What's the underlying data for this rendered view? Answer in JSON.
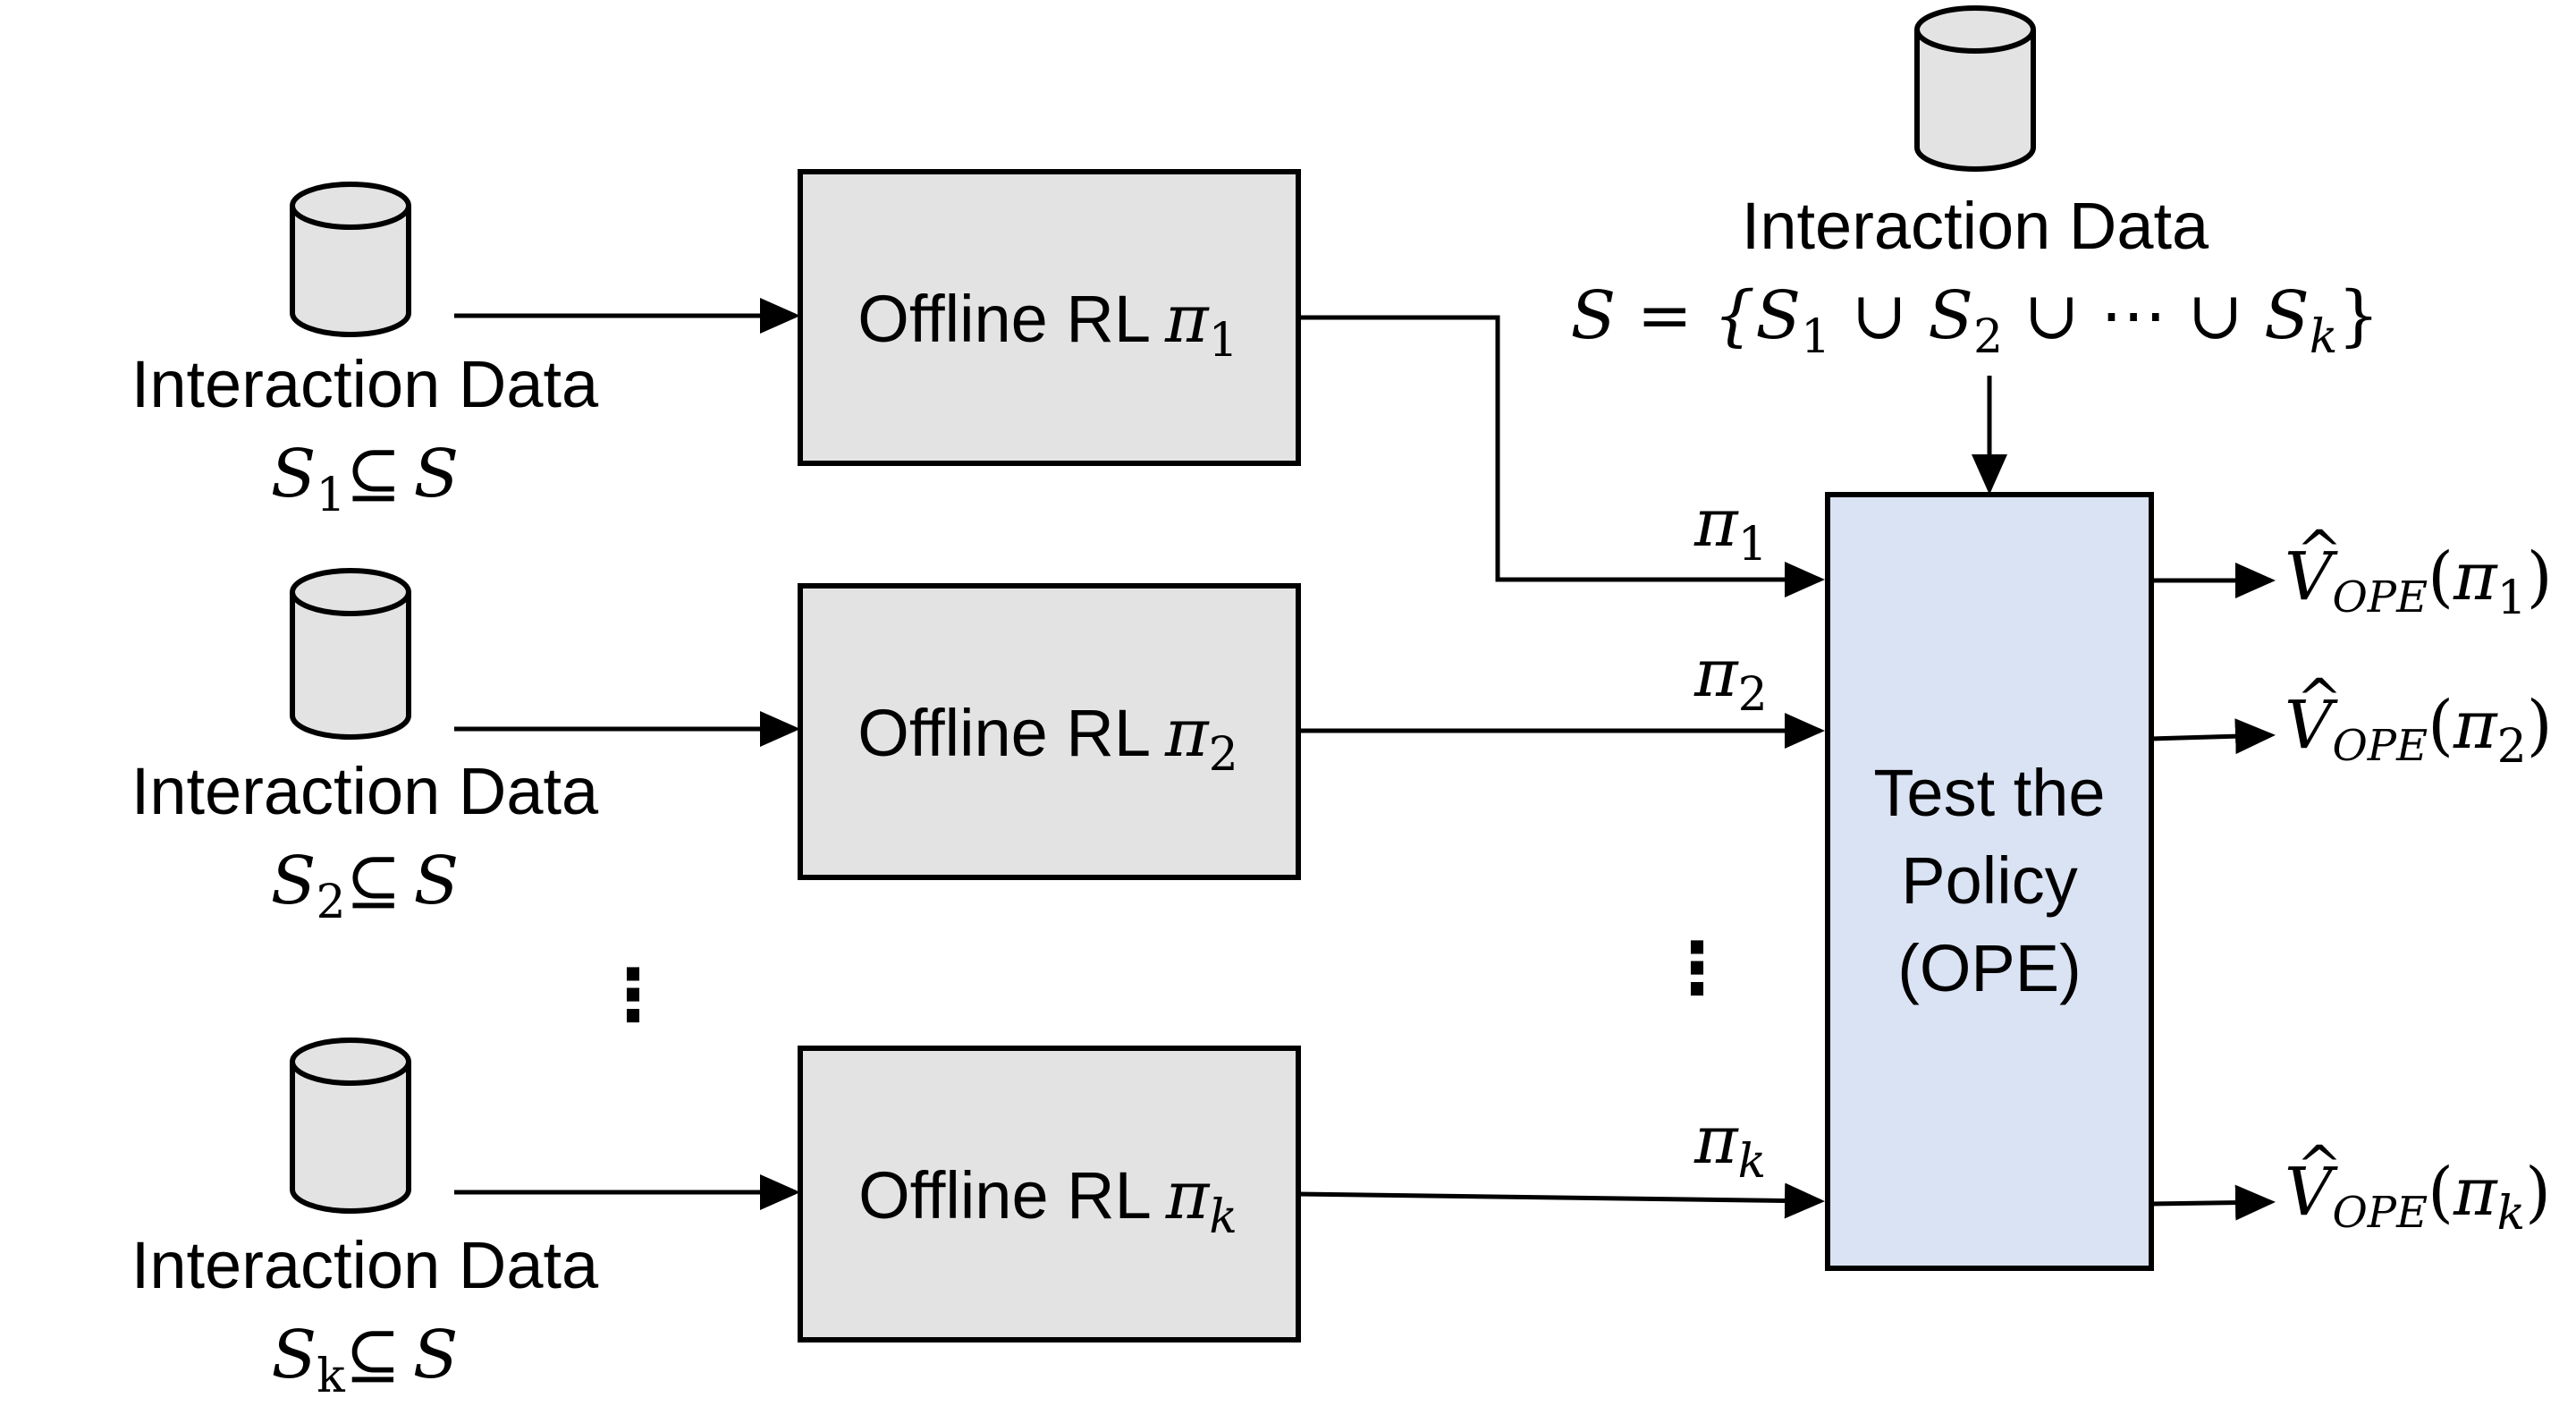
{
  "left_sources": [
    {
      "label": "Interaction Data",
      "set": "S",
      "sub": "1",
      "relation": "⊆",
      "superset": "S"
    },
    {
      "label": "Interaction Data",
      "set": "S",
      "sub": "2",
      "relation": "⊆",
      "superset": "S"
    },
    {
      "label": "Interaction Data",
      "set": "S",
      "sub": "k",
      "relation": "⊆",
      "superset": "S"
    }
  ],
  "offline_boxes": [
    {
      "label": "Offline RL",
      "symbol": "π",
      "sub": "1"
    },
    {
      "label": "Offline RL",
      "symbol": "π",
      "sub": "2"
    },
    {
      "label": "Offline RL",
      "symbol": "π",
      "sub": "k"
    }
  ],
  "policy_arrows": [
    {
      "symbol": "π",
      "sub": "1"
    },
    {
      "symbol": "π",
      "sub": "2"
    },
    {
      "symbol": "π",
      "sub": "k"
    }
  ],
  "top_source": {
    "label": "Interaction Data",
    "formula_lhs": "S = {",
    "s1": "S",
    "s1_sub": "1",
    "union1": " ∪  ",
    "s2": "S",
    "s2_sub": "2",
    "middle": " ∪ ⋯ ∪ ",
    "sk": "S",
    "sk_sub": "k",
    "formula_rhs": "}"
  },
  "test_box": {
    "lines": [
      "Test the",
      "Policy",
      "(OPE)"
    ]
  },
  "outputs": [
    {
      "v": "V",
      "hat": "^",
      "sub": "OPE",
      "arg_open": "(",
      "pi": "π",
      "pi_sub": "1",
      "arg_close": ")"
    },
    {
      "v": "V",
      "hat": "^",
      "sub": "OPE",
      "arg_open": "(",
      "pi": "π",
      "pi_sub": "2",
      "arg_close": ")"
    },
    {
      "v": "V",
      "hat": "^",
      "sub": "OPE",
      "arg_open": "(",
      "pi": "π",
      "pi_sub": "k",
      "arg_close": ")"
    }
  ],
  "ellipsis_left": "⋮",
  "ellipsis_mid": "⋮"
}
